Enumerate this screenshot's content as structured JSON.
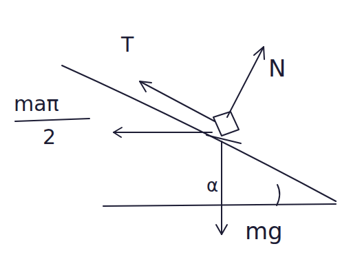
{
  "diagram": {
    "labels": [
      "T",
      "N",
      "maπ",
      "2",
      "α",
      "mg"
    ]
  }
}
